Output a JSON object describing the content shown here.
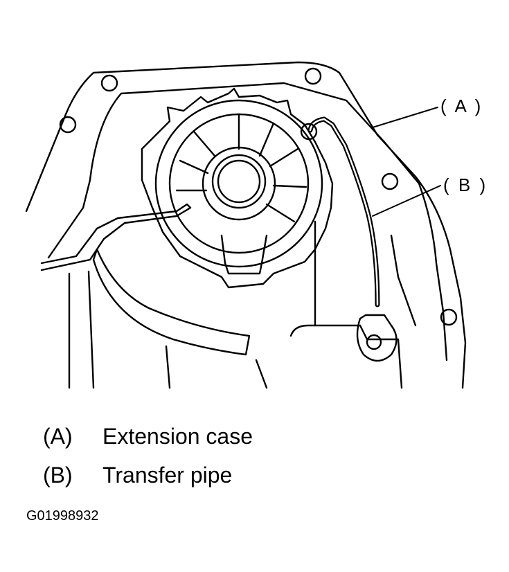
{
  "callouts": {
    "a": "( A )",
    "b": "( B )"
  },
  "legend": [
    {
      "key": "(A)",
      "label": "Extension case"
    },
    {
      "key": "(B)",
      "label": "Transfer pipe"
    }
  ],
  "figure_id": "G01998932"
}
